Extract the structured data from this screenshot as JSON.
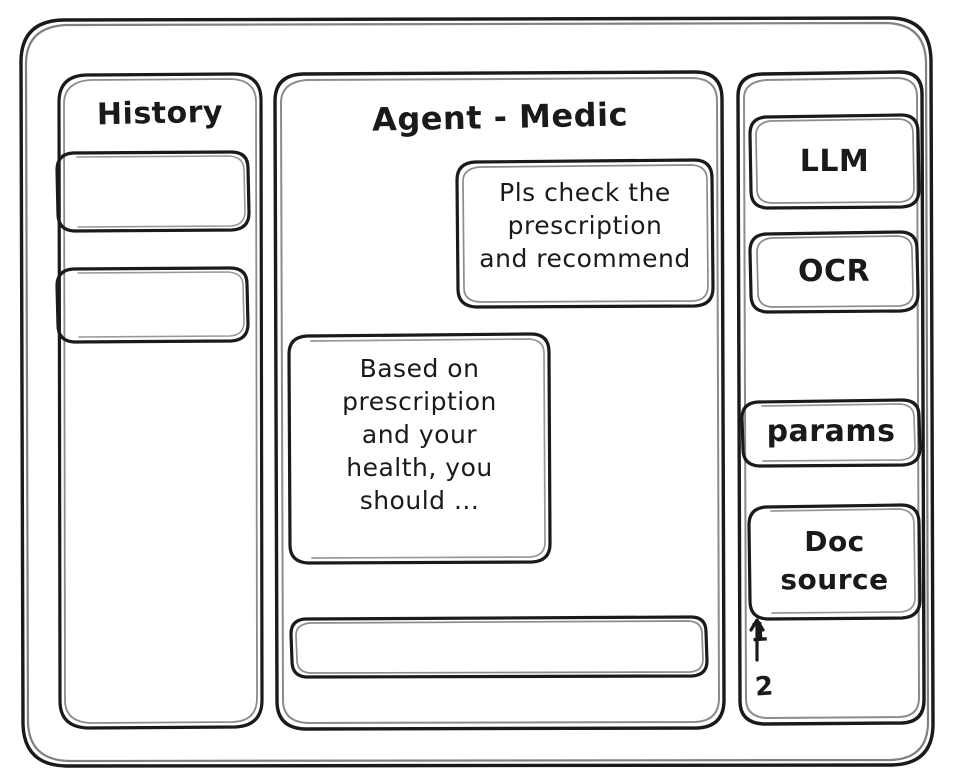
{
  "window": {
    "name": "agent-wireframe-window"
  },
  "sidebar_left": {
    "title": "History",
    "items": [
      {
        "label": "",
        "name": "history-item-1"
      },
      {
        "label": "",
        "name": "history-item-2"
      }
    ]
  },
  "main": {
    "title": "Agent - Medic",
    "messages": [
      {
        "role": "user",
        "text": "Pls check the\nprescription\nand recommend"
      },
      {
        "role": "assistant",
        "text": "Based on\nprescription\nand your\nhealth, you\nshould ..."
      }
    ],
    "composer": {
      "value": "",
      "placeholder": ""
    }
  },
  "sidebar_right": {
    "buttons": [
      {
        "label": "LLM",
        "name": "llm-button"
      },
      {
        "label": "OCR",
        "name": "ocr-button"
      },
      {
        "label": "params",
        "name": "params-button"
      },
      {
        "label": "Doc\nsource",
        "name": "doc-source-button"
      }
    ],
    "list": [
      {
        "label": "1"
      },
      {
        "label": "2"
      }
    ]
  },
  "colors": {
    "ink": "#1a1a1a",
    "paper": "#ffffff"
  }
}
